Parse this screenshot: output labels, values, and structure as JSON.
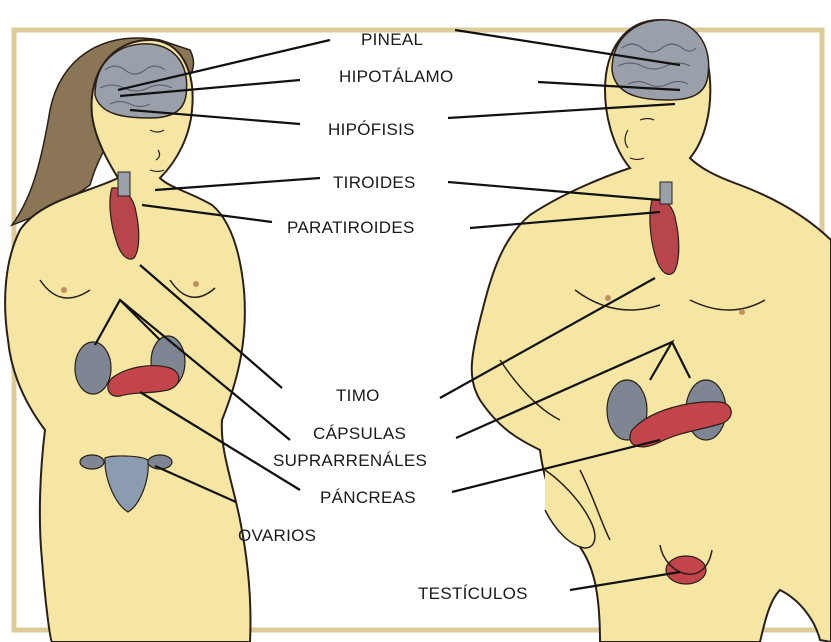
{
  "colors": {
    "skin": "#f6e6a4",
    "skin_shadow": "#e6c97a",
    "outline": "#2a2018",
    "frame": "#ddcc9a",
    "brain": "#9aa0aa",
    "thyroid": "#b8454c",
    "adrenal": "#7e8694",
    "pancreas": "#c4444c",
    "uterus": "#8c9cb0",
    "hair": "#8a7656",
    "leader": "#111111",
    "text": "#1a1a1a"
  },
  "labels": {
    "pineal": "PINEAL",
    "hipotalamo": "HIPOTÁLAMO",
    "hipofisis": "HIPÓFISIS",
    "tiroides": "TIROIDES",
    "paratiroides": "PARATIROIDES",
    "timo": "TIMO",
    "capsulas": "CÁPSULAS",
    "suprarrenales": "SUPRARRENÁLES",
    "pancreas": "PÁNCREAS",
    "ovarios": "OVARIOS",
    "testiculos": "TESTÍCULOS"
  }
}
